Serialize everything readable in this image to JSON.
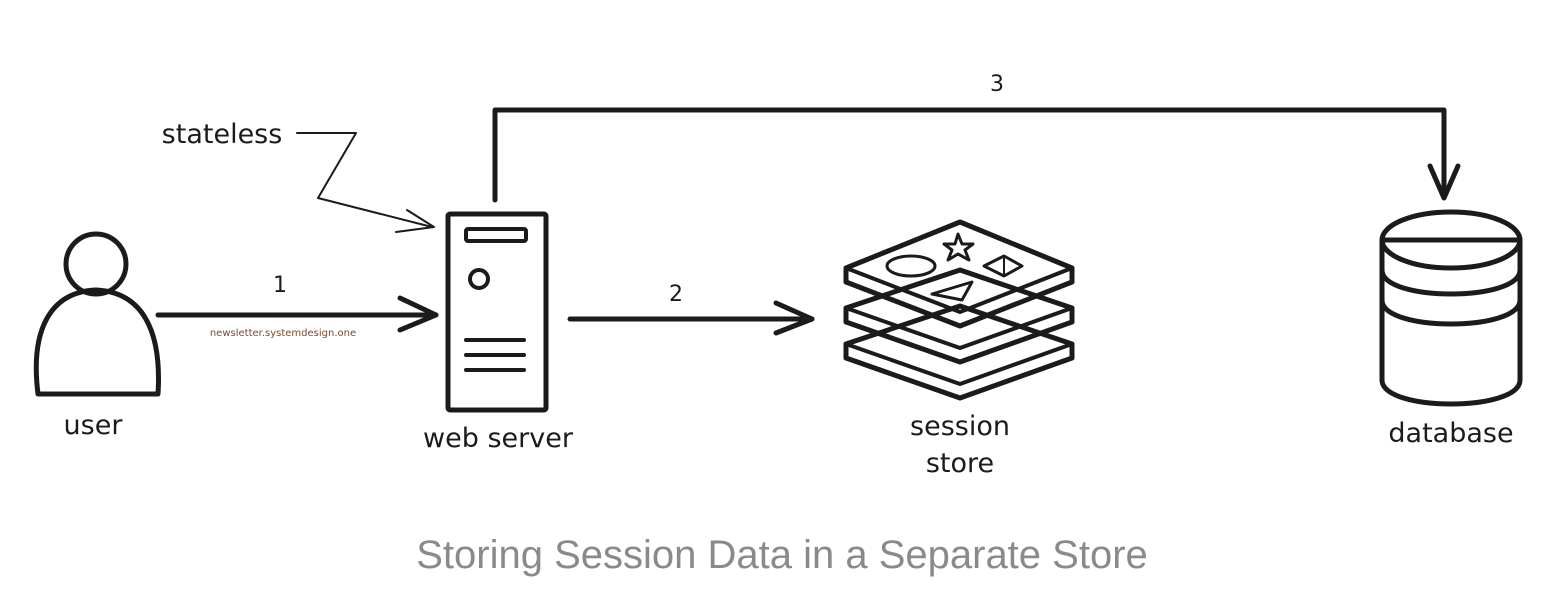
{
  "nodes": {
    "user": "user",
    "web_server": "web server",
    "session_store_line1": "session",
    "session_store_line2": "store",
    "database": "database"
  },
  "annotation": "stateless",
  "edges": {
    "step1": "1",
    "step2": "2",
    "step3": "3"
  },
  "watermark": "newsletter.systemdesign.one",
  "caption": "Storing Session Data in a Separate Store",
  "colors": {
    "user_fill": "#d4d7dc",
    "server_fill": "#a9d0f5",
    "store_fill": "#b8362c",
    "database_fill": "#bfeebf",
    "caption_text": "#8a8a8a"
  }
}
